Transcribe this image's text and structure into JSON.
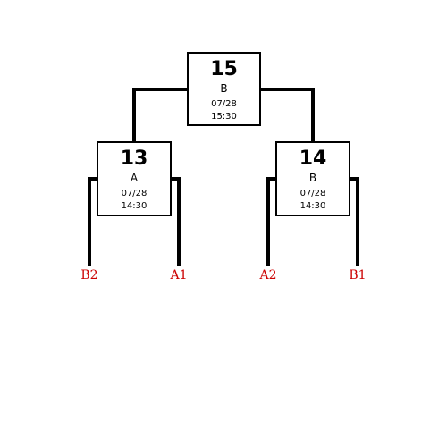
{
  "matches": {
    "final": {
      "number": "15",
      "winner": "B",
      "date": "07/28",
      "time": "15:30"
    },
    "semi_left": {
      "number": "13",
      "winner": "A",
      "date": "07/28",
      "time": "14:30"
    },
    "semi_right": {
      "number": "14",
      "winner": "B",
      "date": "07/28",
      "time": "14:30"
    }
  },
  "seeds": [
    "B2",
    "A1",
    "A2",
    "B1"
  ],
  "colors": {
    "line": "#000000",
    "box_border": "#000000",
    "seed_text": "#cc0000"
  }
}
